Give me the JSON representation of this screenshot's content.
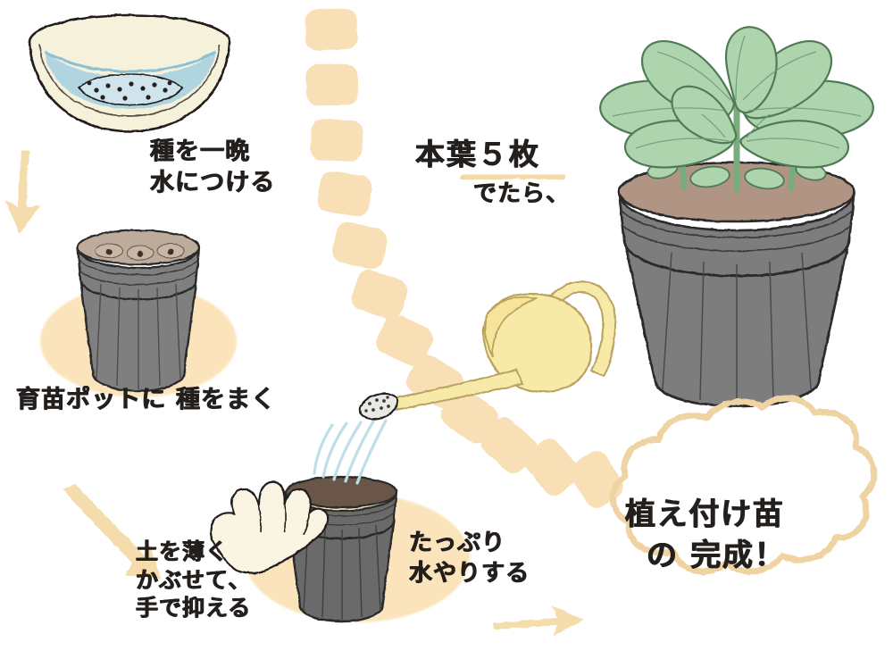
{
  "illustration": {
    "title": "seedling-growing-steps",
    "language": "ja",
    "background_color": "#ffffff"
  },
  "palette": {
    "accent_orange": "#f6dcb0",
    "accent_orange_strong": "#f0c98d",
    "shadow_ellipse": "#fbe4bb",
    "pot_gray": "#808080",
    "pot_gray_dark": "#6e6e6e",
    "pot_outline": "#2b2b2b",
    "soil_brown": "#b4a394",
    "soil_brown_dark": "#6b564a",
    "leaf_green": "#aed4ae",
    "leaf_outline": "#4e7a55",
    "bowl_cream": "#f6f1da",
    "water_blue": "#a9d3e2",
    "water_stream": "#bcdfe8",
    "can_yellow": "#f7eaa8",
    "can_outline": "#c8b36a",
    "hand_cream": "#faf4e2",
    "ink": "#231f1d"
  },
  "captions": {
    "soak_seeds": "種を一晩\n水につける",
    "sow_seeds": "育苗ポットに 種をまく",
    "cover_soil": "土を薄く\nかぶせて､\n手で抑える",
    "water_well": "たっぷり\n水やりする",
    "true_leaves": "本葉５枚",
    "then": "でたら、",
    "done_line1": "植え付け苗",
    "done_line2": "の 完成！"
  },
  "elements": {
    "bowl": "seed-soaking-bowl",
    "seed_pot": "seedling-pot-with-seeds",
    "hand": "pressing-hand",
    "watering_can": "yellow-watering-can",
    "big_pot": "large-planting-pot",
    "plant": "seedling-plant",
    "speech_bubble": "cloud-speech-bubble"
  },
  "arrows": {
    "arrow_down_left": "arrow-down",
    "arrow_diagonal": "arrow-down-right",
    "arrow_right_bottom": "arrow-right",
    "dashed_path": "dashed-curved-path"
  },
  "counts": {
    "seeds_in_pot": 3,
    "true_leaf_count": 5,
    "water_streams": 5,
    "dash_segments": 12
  }
}
